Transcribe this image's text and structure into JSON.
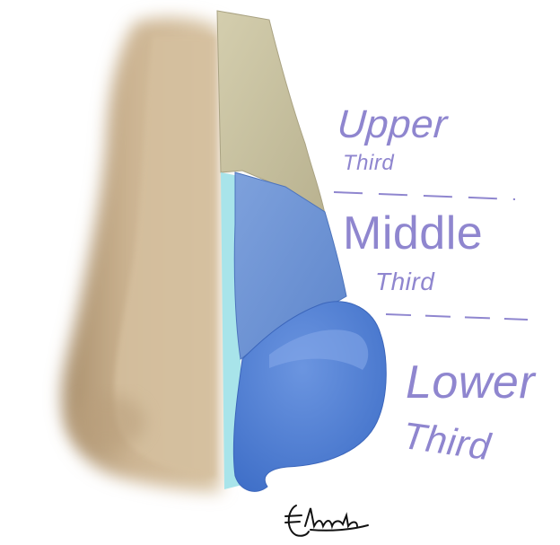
{
  "labels": {
    "upper": {
      "word": "Upper",
      "third": "Third"
    },
    "middle": {
      "word": "Middle",
      "third": "Third"
    },
    "lower": {
      "word": "Lower",
      "third": "Third"
    }
  },
  "signature": "Chamata",
  "colors": {
    "skin": "#c9b18e",
    "upper_third": "#c8c2a2",
    "middle_third": "#6e93d4",
    "lower_third": "#4f7fd3",
    "septum_edge": "#9fe0e6",
    "label_text": "#8f86cf",
    "divider": "#8f86cf"
  }
}
